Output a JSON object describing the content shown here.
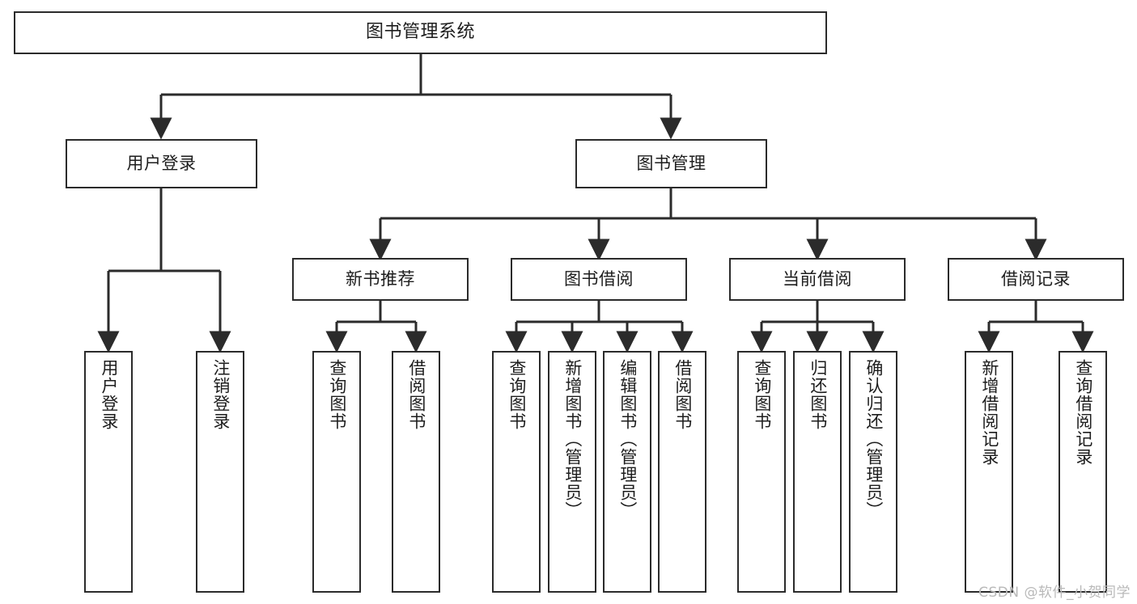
{
  "diagram": {
    "type": "tree",
    "title": "图书管理系统",
    "root": {
      "label": "图书管理系统"
    },
    "level2": [
      {
        "label": "用户登录"
      },
      {
        "label": "图书管理"
      }
    ],
    "level3": [
      {
        "label": "新书推荐"
      },
      {
        "label": "图书借阅"
      },
      {
        "label": "当前借阅"
      },
      {
        "label": "借阅记录"
      }
    ],
    "leaves_user_login": [
      {
        "label": "用户登录"
      },
      {
        "label": "注销登录"
      }
    ],
    "leaves_new_book": [
      {
        "label": "查询图书"
      },
      {
        "label": "借阅图书"
      }
    ],
    "leaves_borrow": [
      {
        "label": "查询图书"
      },
      {
        "label": "新增图书（管理员）"
      },
      {
        "label": "编辑图书（管理员）"
      },
      {
        "label": "借阅图书"
      }
    ],
    "leaves_current": [
      {
        "label": "查询图书"
      },
      {
        "label": "归还图书"
      },
      {
        "label": "确认归还（管理员）"
      }
    ],
    "leaves_records": [
      {
        "label": "新增借阅记录"
      },
      {
        "label": "查询借阅记录"
      }
    ]
  },
  "watermark": {
    "text": "CSDN @软件_小贺同学"
  },
  "colors": {
    "stroke": "#2b2b2b",
    "text": "#1d1d1d",
    "background": "#ffffff",
    "watermark": "#b9b9b9"
  }
}
